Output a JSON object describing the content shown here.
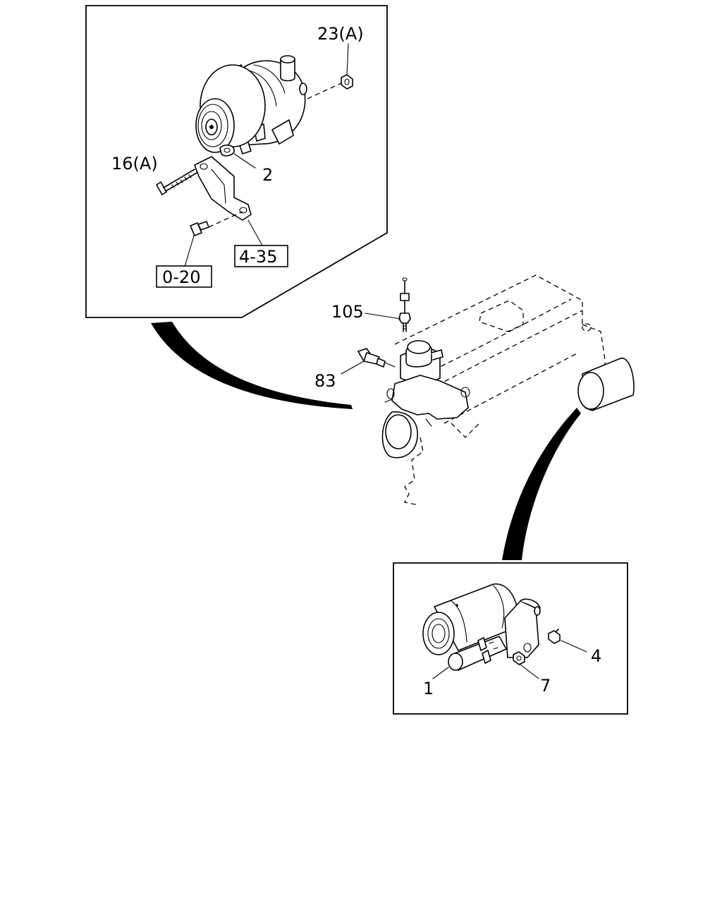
{
  "callouts": {
    "part_23a": "23(A)",
    "part_16a": "16(A)",
    "part_2": "2",
    "ref_4_35": "4-35",
    "ref_0_20": "0-20",
    "part_105": "105",
    "part_83": "83",
    "part_4": "4",
    "part_1": "1",
    "part_7": "7"
  }
}
